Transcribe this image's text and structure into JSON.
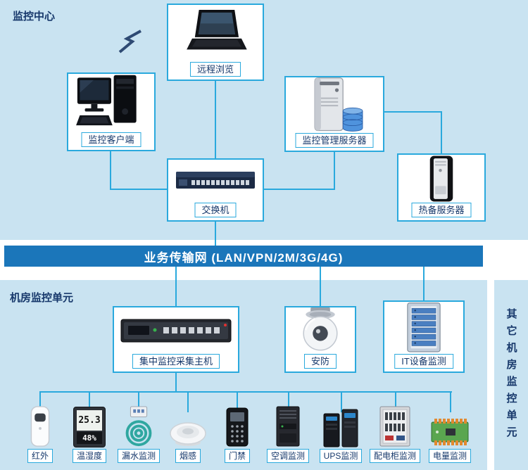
{
  "top": {
    "section_label": "监控中心",
    "nodes": {
      "remote": {
        "label": "远程浏览",
        "icon": "laptop-icon"
      },
      "client": {
        "label": "监控客户端",
        "icon": "desktop-computer-icon"
      },
      "mgmt": {
        "label": "监控管理服务器",
        "icon": "server-database-icon"
      },
      "switch": {
        "label": "交换机",
        "icon": "network-switch-icon"
      },
      "standby": {
        "label": "热备服务器",
        "icon": "server-tower-icon"
      }
    }
  },
  "band": {
    "label": "业务传输网 (LAN/VPN/2M/3G/4G)"
  },
  "bottom": {
    "section_label": "机房监控单元",
    "nodes": {
      "collector": {
        "label": "集中监控采集主机",
        "icon": "rack-collector-icon"
      },
      "security": {
        "label": "安防",
        "icon": "dome-camera-icon"
      },
      "it": {
        "label": "IT设备监测",
        "icon": "server-rack-icon"
      }
    },
    "device_display": {
      "temp": "25.3",
      "humidity": "48%"
    },
    "devices": [
      {
        "label": "红外",
        "icon": "pir-sensor-icon"
      },
      {
        "label": "温湿度",
        "icon": "thermo-hygrometer-icon"
      },
      {
        "label": "漏水监测",
        "icon": "leak-cable-icon"
      },
      {
        "label": "烟感",
        "icon": "smoke-detector-icon"
      },
      {
        "label": "门禁",
        "icon": "access-keypad-icon"
      },
      {
        "label": "空调监测",
        "icon": "air-conditioner-icon"
      },
      {
        "label": "UPS监测",
        "icon": "ups-icon"
      },
      {
        "label": "配电柜监测",
        "icon": "distribution-cabinet-icon"
      },
      {
        "label": "电量监测",
        "icon": "power-meter-icon"
      }
    ]
  },
  "side": {
    "label": "其它机房监控单元"
  },
  "colors": {
    "background": "#c9e3f1",
    "line": "#2aa9dd",
    "band": "#1b76ba",
    "text": "#17386b"
  }
}
